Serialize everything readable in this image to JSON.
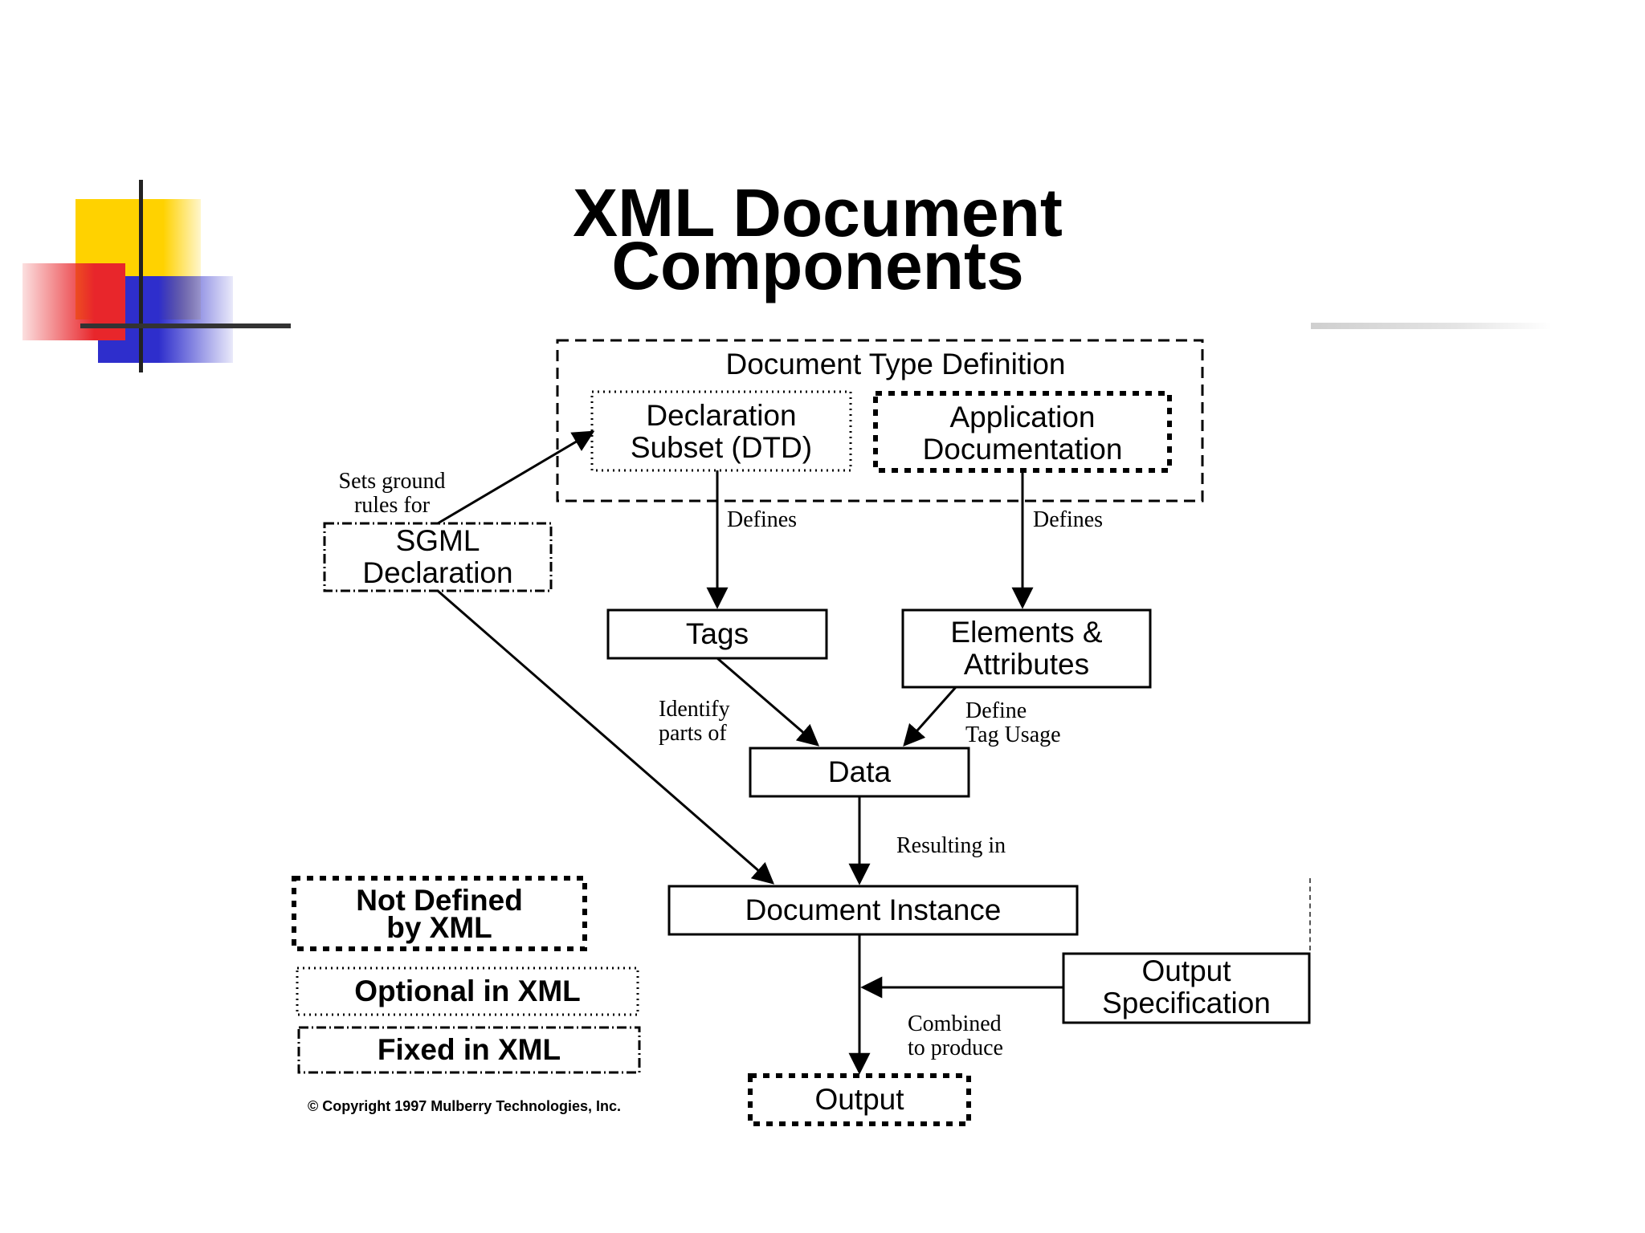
{
  "slide": {
    "title_line1": "XML Document",
    "title_line2": "Components",
    "copyright": "© Copyright 1997 Mulberry Technologies, Inc."
  },
  "diagram": {
    "dtd_group": "Document Type Definition",
    "declaration_subset": [
      "Declaration",
      "Subset (DTD)"
    ],
    "application_documentation": [
      "Application",
      "Documentation"
    ],
    "sgml_declaration": [
      "SGML",
      "Declaration"
    ],
    "tags": "Tags",
    "elements_attributes": [
      "Elements &",
      "Attributes"
    ],
    "data": "Data",
    "document_instance": "Document Instance",
    "output_specification": [
      "Output",
      "Specification"
    ],
    "output": "Output"
  },
  "edge_labels": {
    "sets_ground_rules": [
      "Sets ground",
      "rules for"
    ],
    "defines_left": "Defines",
    "defines_right": "Defines",
    "identify_parts": [
      "Identify",
      "parts of"
    ],
    "define_tag_usage": [
      "Define",
      "Tag Usage"
    ],
    "resulting_in": "Resulting in",
    "combined_to_produce": [
      "Combined",
      "to produce"
    ]
  },
  "legend": {
    "not_defined": [
      "Not Defined",
      "by XML"
    ],
    "optional": "Optional in XML",
    "fixed": "Fixed in XML"
  },
  "colors": {
    "decor_yellow": "#FFD200",
    "decor_red": "#E8262B",
    "decor_blue": "#2E2ECC",
    "line": "#000000"
  }
}
